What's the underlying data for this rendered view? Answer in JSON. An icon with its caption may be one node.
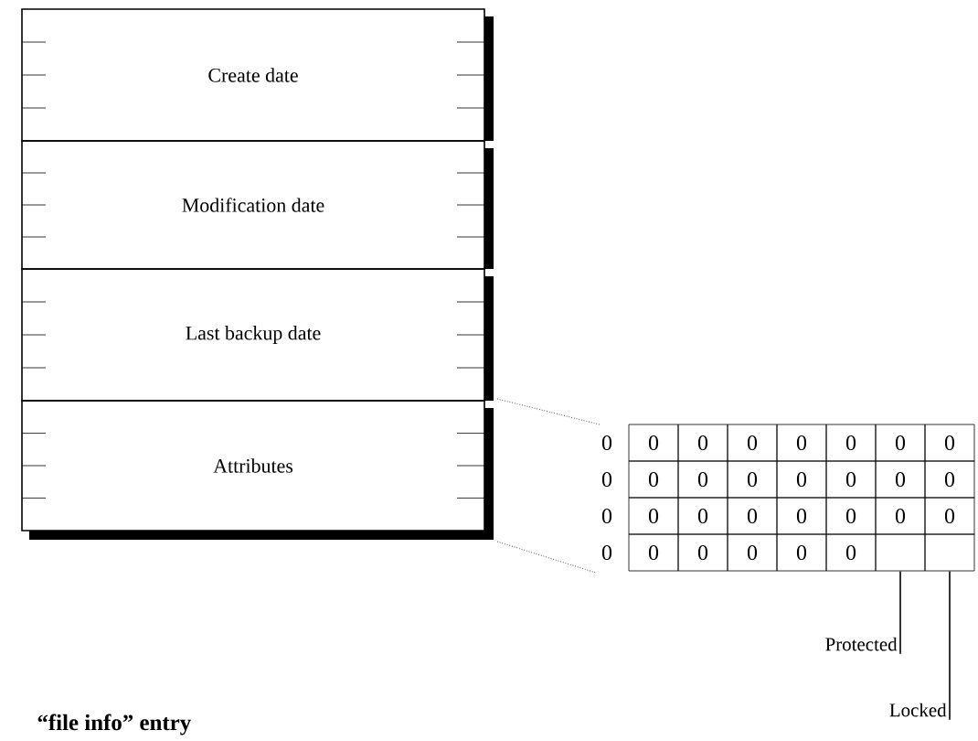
{
  "diagram": {
    "caption": "“file info” entry",
    "nodes": [
      {
        "text": [
          "Create date"
        ]
      },
      {
        "text": [
          "Modification date"
        ]
      },
      {
        "text": [
          "Last backup date"
        ]
      },
      {
        "text": [
          "Attributes"
        ]
      },
      {
        "text": [],
        "shape": "box"
      },
      {
        "text": [],
        "shape": "box"
      },
      {
        "text": [
          "Protected"
        ]
      },
      {
        "text": [
          "Locked"
        ]
      }
    ],
    "edges": [
      {
        "from": 6,
        "to": 4,
        "arrow": "none"
      },
      {
        "from": 7,
        "to": 5,
        "arrow": "none"
      }
    ],
    "labels": [
      "0",
      "0",
      "0",
      "0",
      "0",
      "0",
      "0",
      "0",
      "0",
      "0",
      "0",
      "0",
      "0",
      "0",
      "0",
      "0",
      "0",
      "0",
      "0",
      "0",
      "0",
      "0",
      "0",
      "0",
      "0",
      "0",
      "0",
      "0",
      "0",
      "0"
    ]
  }
}
